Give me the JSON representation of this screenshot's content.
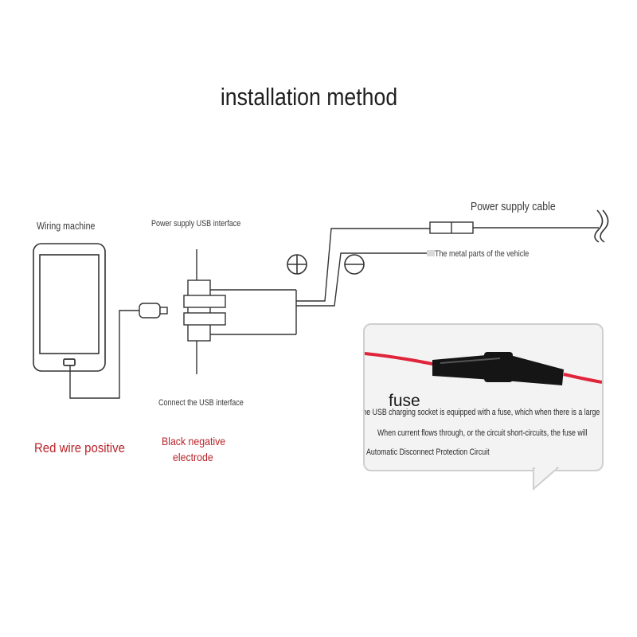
{
  "title": "installation method",
  "labels": {
    "wiring_machine": "Wiring machine",
    "power_usb_interface": "Power supply USB interface",
    "power_supply_cable": "Power supply cable",
    "metal_parts": "The metal parts of the vehicle",
    "connect_usb": "Connect the USB interface",
    "red_wire": "Red wire positive",
    "black_negative_1": "Black negative",
    "black_negative_2": "electrode"
  },
  "callout": {
    "title": "fuse",
    "line1": "The USB charging socket is equipped with a fuse, which when there is a large",
    "line2": "When current flows through, or the circuit short-circuits, the fuse will",
    "line3": "Automatic Disconnect Protection Circuit"
  },
  "symbols": {
    "positive": "plus-in-circle",
    "negative": "minus-in-circle"
  },
  "colors": {
    "line": "#333333",
    "accent_red": "#b8242a",
    "wire_red": "#e0243a",
    "callout_bg": "#f3f3f3"
  }
}
